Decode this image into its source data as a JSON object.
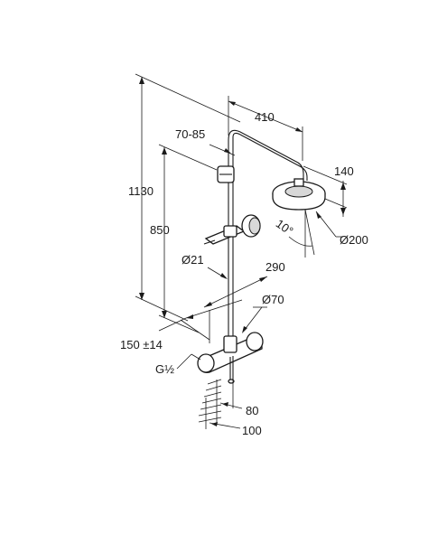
{
  "drawing": {
    "dimensions": {
      "width_arm": "410",
      "head_drop": "140",
      "top_adjust": "70-85",
      "total_height": "1130",
      "holder_height": "850",
      "riser_dia": "Ø21",
      "mixer_width": "290",
      "mixer_dia": "Ø70",
      "head_dia": "Ø200",
      "angle": "10°",
      "inlet_spacing": "150 ±14",
      "thread": "G½",
      "depth_a": "80",
      "depth_b": "100"
    }
  }
}
